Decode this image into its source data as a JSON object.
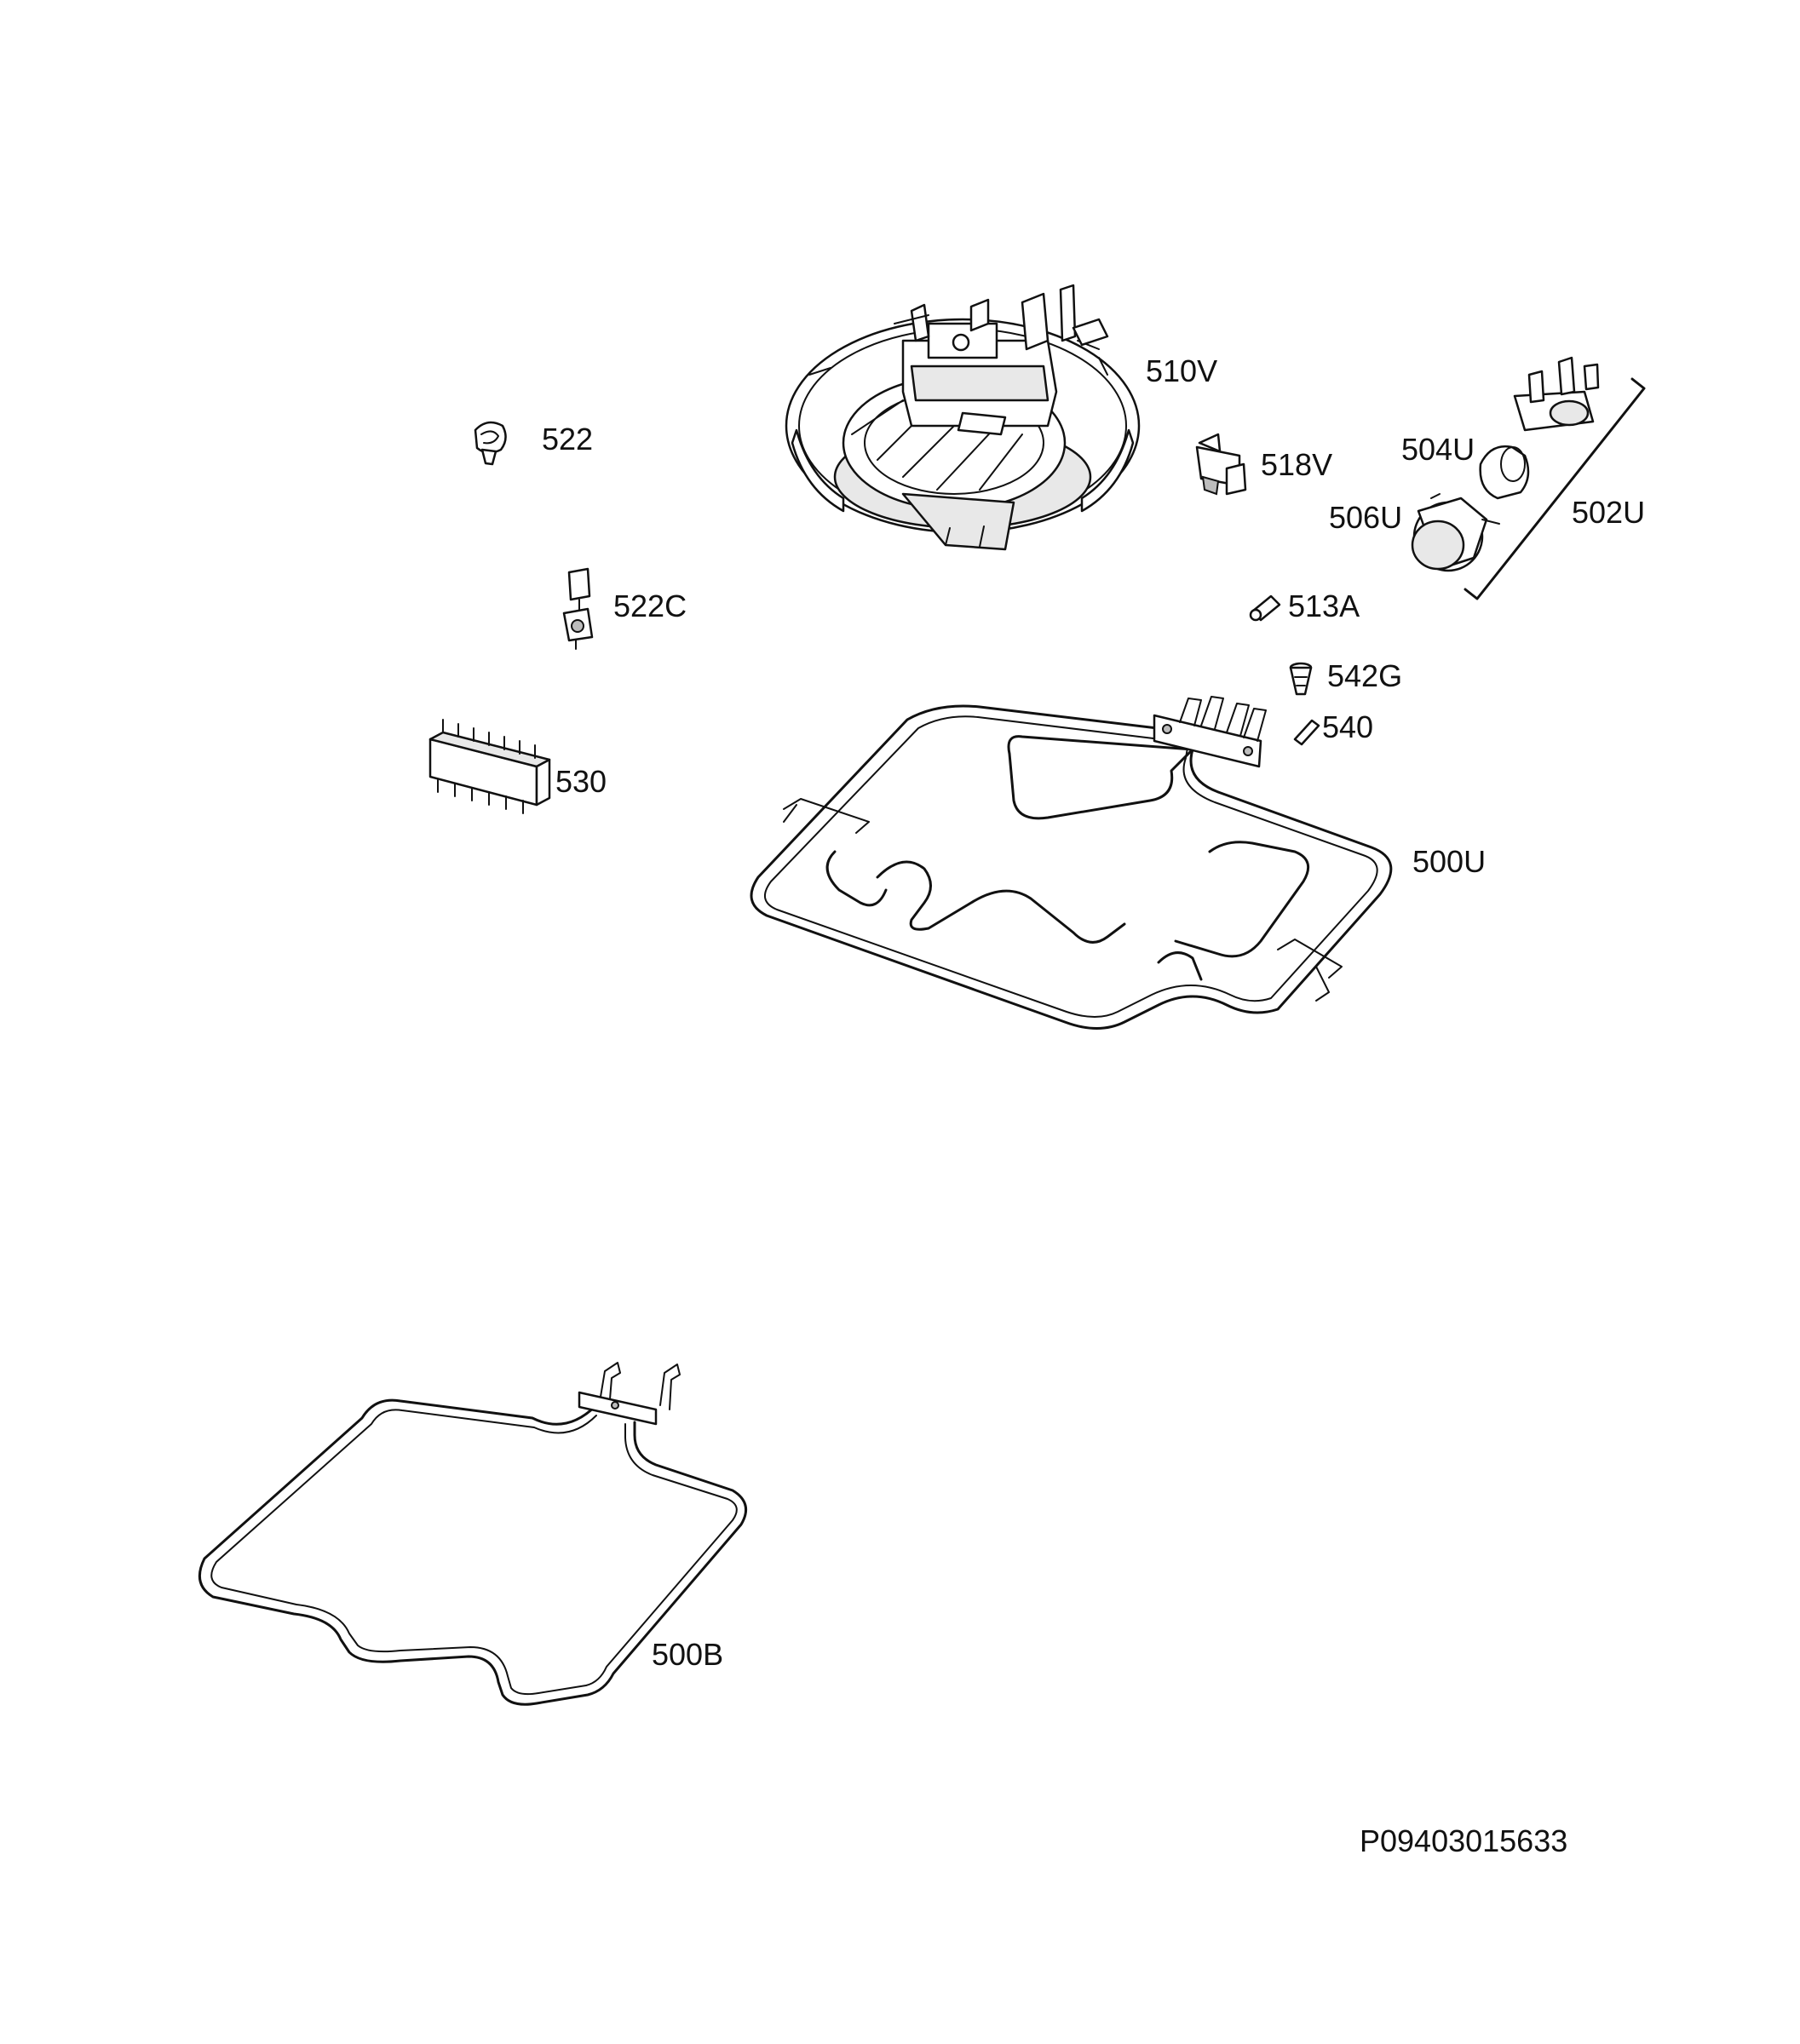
{
  "diagram": {
    "part_labels": {
      "p510V": "510V",
      "p522": "522",
      "p518V": "518V",
      "p504U": "504U",
      "p506U": "506U",
      "p502U": "502U",
      "p522C": "522C",
      "p513A": "513A",
      "p542G": "542G",
      "p540": "540",
      "p530": "530",
      "p500U": "500U",
      "p500B": "500B"
    },
    "drawing_id": "P09403015633"
  }
}
